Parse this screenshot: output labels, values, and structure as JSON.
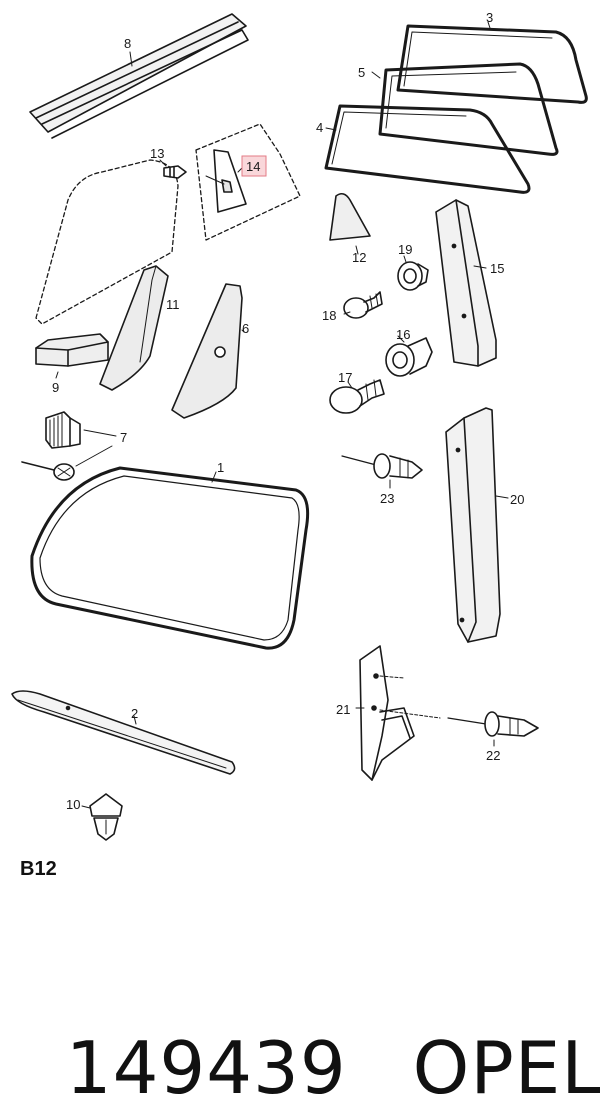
{
  "callouts": {
    "p1": "1",
    "p2": "2",
    "p3": "3",
    "p4": "4",
    "p5": "5",
    "p6": "6",
    "p7": "7",
    "p8": "8",
    "p9": "9",
    "p10": "10",
    "p11": "11",
    "p12": "12",
    "p13": "13",
    "p14": "14",
    "p15": "15",
    "p16": "16",
    "p17": "17",
    "p18": "18",
    "p19": "19",
    "p20": "20",
    "p21": "21",
    "p22": "22",
    "p23": "23"
  },
  "highlighted_callout": "14",
  "section_code": "B12",
  "footer": {
    "part_number": "149439",
    "brand": "OPEL"
  }
}
